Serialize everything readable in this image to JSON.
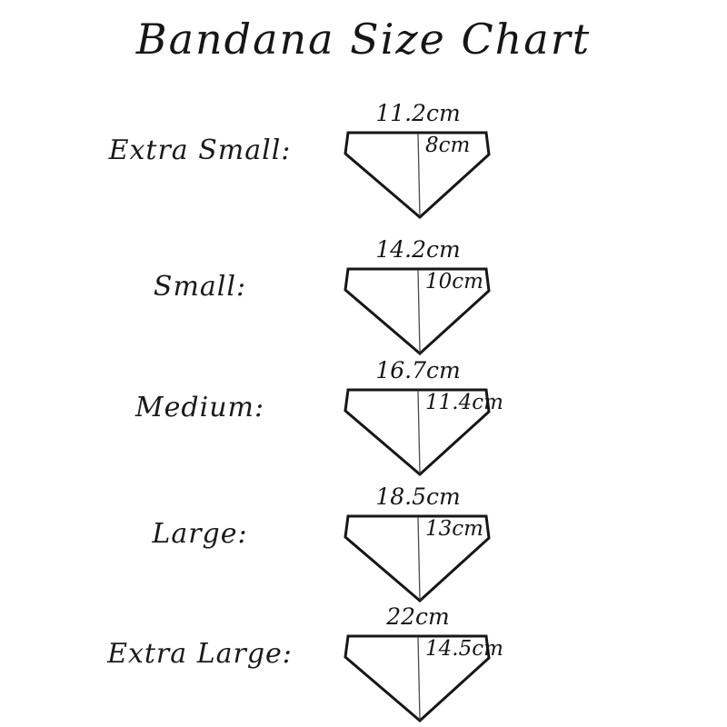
{
  "title": "Bandana Size Chart",
  "unit": "cm",
  "sizes": [
    {
      "label": "Extra Small:",
      "width": "11.2cm",
      "height": "8cm",
      "width_value": 11.2,
      "height_value": 8
    },
    {
      "label": "Small:",
      "width": "14.2cm",
      "height": "10cm",
      "width_value": 14.2,
      "height_value": 10
    },
    {
      "label": "Medium:",
      "width": "16.7cm",
      "height": "11.4cm",
      "width_value": 16.7,
      "height_value": 11.4
    },
    {
      "label": "Large:",
      "width": "18.5cm",
      "height": "13cm",
      "width_value": 18.5,
      "height_value": 13
    },
    {
      "label": "Extra Large:",
      "width": "22cm",
      "height": "14.5cm",
      "width_value": 22,
      "height_value": 14.5
    }
  ],
  "colors": {
    "ink": "#161616",
    "background": "#ffffff"
  }
}
